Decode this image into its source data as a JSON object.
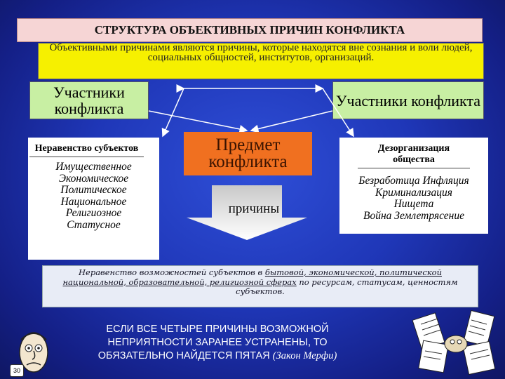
{
  "title": "СТРУКТУРА ОБЪЕКТИВНЫХ ПРИЧИН КОНФЛИКТА",
  "definition": "Объективными причинами являются причины, которые находятся вне сознания и воли людей, социальных общностей, институтов, организаций.",
  "participants_left": "Участники конфликта",
  "participants_right": "Участники конфликта",
  "subject": "Предмет конфликта",
  "causes_label": "причины",
  "inequality": {
    "heading": "Неравенство субъектов",
    "items": [
      "Имущественное",
      "Экономическое",
      "Политическое",
      "Национальное",
      "Религиозное",
      "Статусное"
    ]
  },
  "disorganization": {
    "heading": "Дезорганизация общества",
    "line1": "Безработица Инфляция",
    "line2": "Криминализация",
    "line3": "Нищета",
    "line4": "Война Землетрясение"
  },
  "bottom_text": {
    "p1": "Неравенство возможностей субъектов в ",
    "u1": "бытовой, экономической, политической национальной, образовательной, религиозной сферах",
    "p2": " по ресурсам, статусам, ценностям субъектов."
  },
  "murphy": {
    "line1": "ЕСЛИ ВСЕ ЧЕТЫРЕ ПРИЧИНЫ ВОЗМОЖНОЙ",
    "line2": "НЕПРИЯТНОСТИ ЗАРАНЕЕ УСТРАНЕНЫ, ТО",
    "line3": "ОБЯЗАТЕЛЬНО НАЙДЕТСЯ ПЯТАЯ",
    "author": "(Закон Мерфи)"
  },
  "slide_number": "30",
  "colors": {
    "background": "#1f37b8",
    "title_bg": "#f6d5d5",
    "definition_bg": "#f6f000",
    "participants_bg": "#c8efa3",
    "subject_bg": "#f07020"
  }
}
